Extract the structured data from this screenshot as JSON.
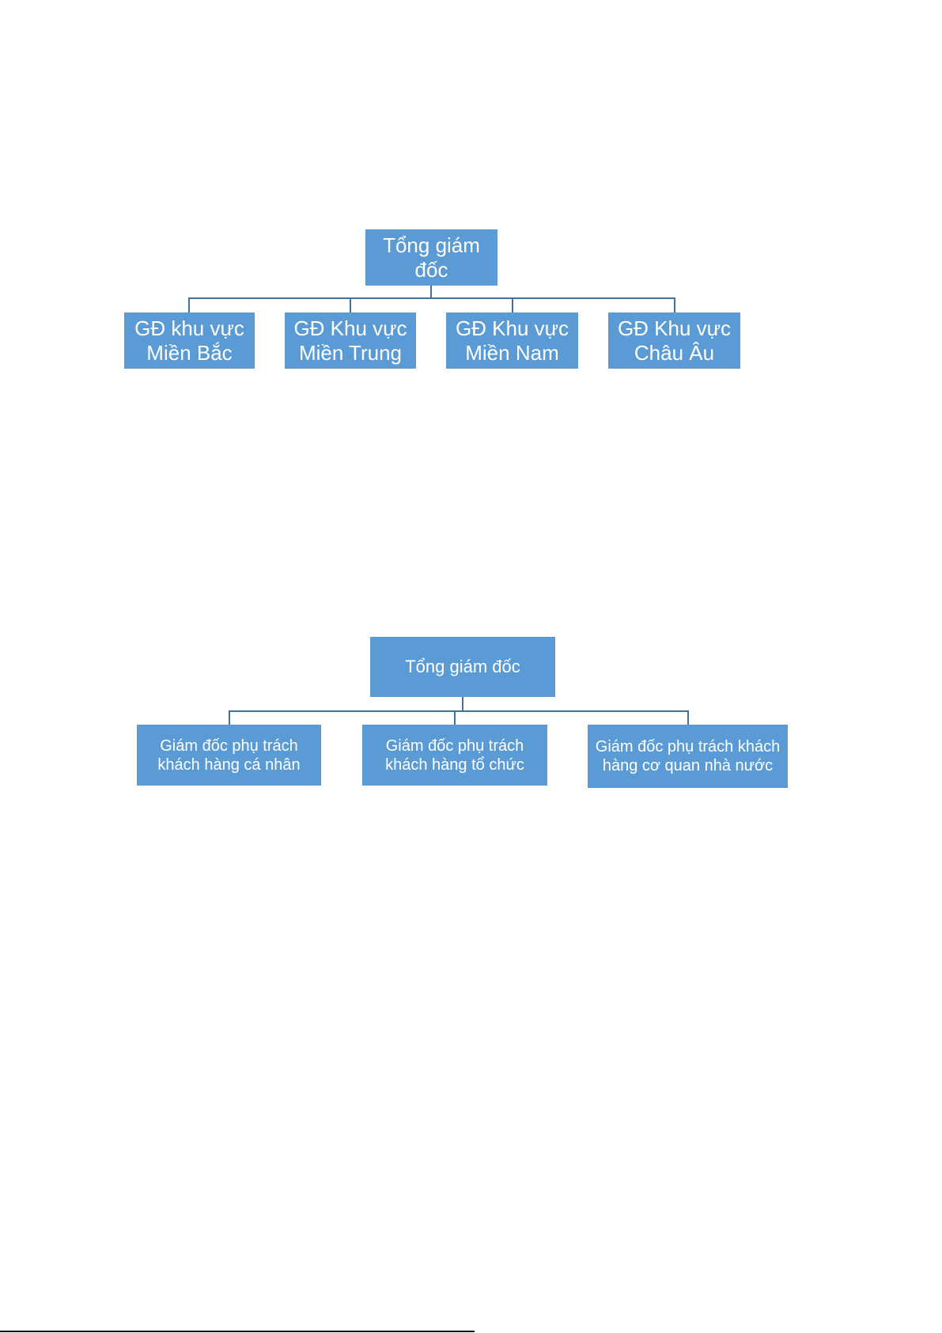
{
  "chart1": {
    "root": "Tổng giám đốc",
    "children": [
      "GĐ khu vực Miền Bắc",
      "GĐ Khu vực Miền Trung",
      "GĐ Khu vực Miền Nam",
      "GĐ Khu vực Châu Âu"
    ]
  },
  "chart2": {
    "root": "Tổng giám đốc",
    "children": [
      "Giám đốc phụ trách khách hàng cá nhân",
      "Giám đốc phụ trách khách hàng tổ chức",
      "Giám đốc phụ trách khách hàng cơ quan nhà nước"
    ]
  },
  "colors": {
    "box": "#5b9bd5",
    "connector": "#41719c",
    "text": "#ffffff"
  }
}
